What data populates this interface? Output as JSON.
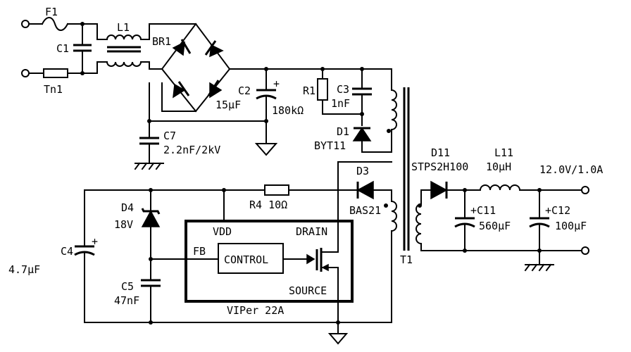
{
  "labels": {
    "f1": "F1",
    "l1": "L1",
    "br1": "BR1",
    "c1": "C1",
    "tn1": "Tn1",
    "c2": "C2",
    "c2_val": "15μF",
    "r1": "R1",
    "r1_val": "180kΩ",
    "c3": "C3",
    "c3_val": "1nF",
    "d1": "D1",
    "d1_val": "BYT11",
    "c7": "C7",
    "c7_val": "2.2nF/2kV",
    "d3": "D3",
    "d3_val": "BAS21",
    "d4": "D4",
    "d4_val": "18V",
    "r4": "R4  10Ω",
    "c4": "C4",
    "c4_val": "4.7μF",
    "c5": "C5",
    "c5_val": "47nF",
    "vdd": "VDD",
    "drain": "DRAIN",
    "fb": "FB",
    "control": "CONTROL",
    "source": "SOURCE",
    "viper": "VIPer 22A",
    "t1": "T1",
    "d11": "D11",
    "d11_val": "STPS2H100",
    "l11": "L11",
    "l11_val": "10μH",
    "c11": "+C11",
    "c11_val": "560μF",
    "c12": "+C12",
    "c12_val": "100μF",
    "output": "12.0V/1.0A",
    "plus_c2": "+",
    "plus_c4": "+"
  }
}
